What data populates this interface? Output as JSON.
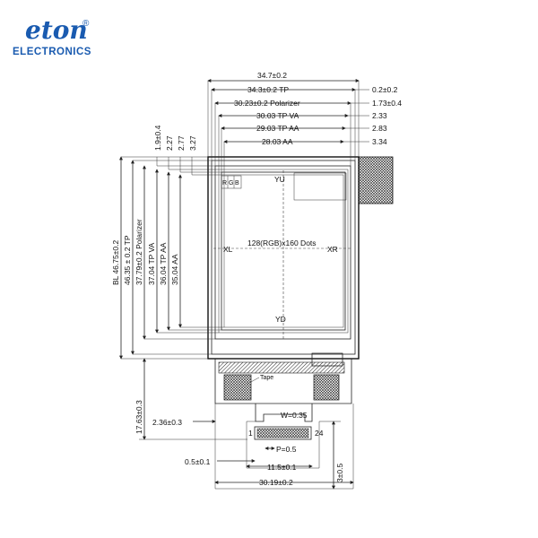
{
  "logo": {
    "brand_mark": "eton",
    "registered": "®",
    "brand_sub": "ELECTRONICS",
    "brand_color": "#1a5bb0"
  },
  "dims_top": {
    "d1": "34.7±0.2",
    "d2": "34.3±0.2 TP",
    "d3": "30.23±0.2 Polarizer",
    "d4": "30.03 TP VA",
    "d5": "29.03 TP AA",
    "d6": "28.03 AA"
  },
  "dims_right": {
    "r1": "0.2±0.2",
    "r2": "1.73±0.4",
    "r3": "2.33",
    "r4": "2.83",
    "r5": "3.34"
  },
  "dims_left_small": {
    "a": "1.9±0.4",
    "b": "2.27",
    "c": "2.77",
    "d": "3.27"
  },
  "dims_vertical": {
    "v1": "BL 46.75±0.2",
    "v2": "46.35 ± 0.2 TP",
    "v3": "37.79±0.2 Polarizer",
    "v4": "37.04 TP VA",
    "v5": "36.04 TP AA",
    "v6": "35.04 AA",
    "v7": "17.63±0.3"
  },
  "display": {
    "rgb_r": "R",
    "rgb_g": "G",
    "rgb_b": "B",
    "yu": "YU",
    "yd": "YD",
    "xl": "XL",
    "xr": "XR",
    "resolution": "128(RGB)x160 Dots"
  },
  "fpc": {
    "tape": "Tape",
    "w": "W=0.35",
    "pin_first": "1",
    "pin_last": "24",
    "pitch": "P=0.5",
    "offset_left": "2.36±0.3",
    "pad": "0.5±0.1",
    "span": "11.5±0.1",
    "width": "30.19±0.2",
    "tail": "3±0.5"
  }
}
